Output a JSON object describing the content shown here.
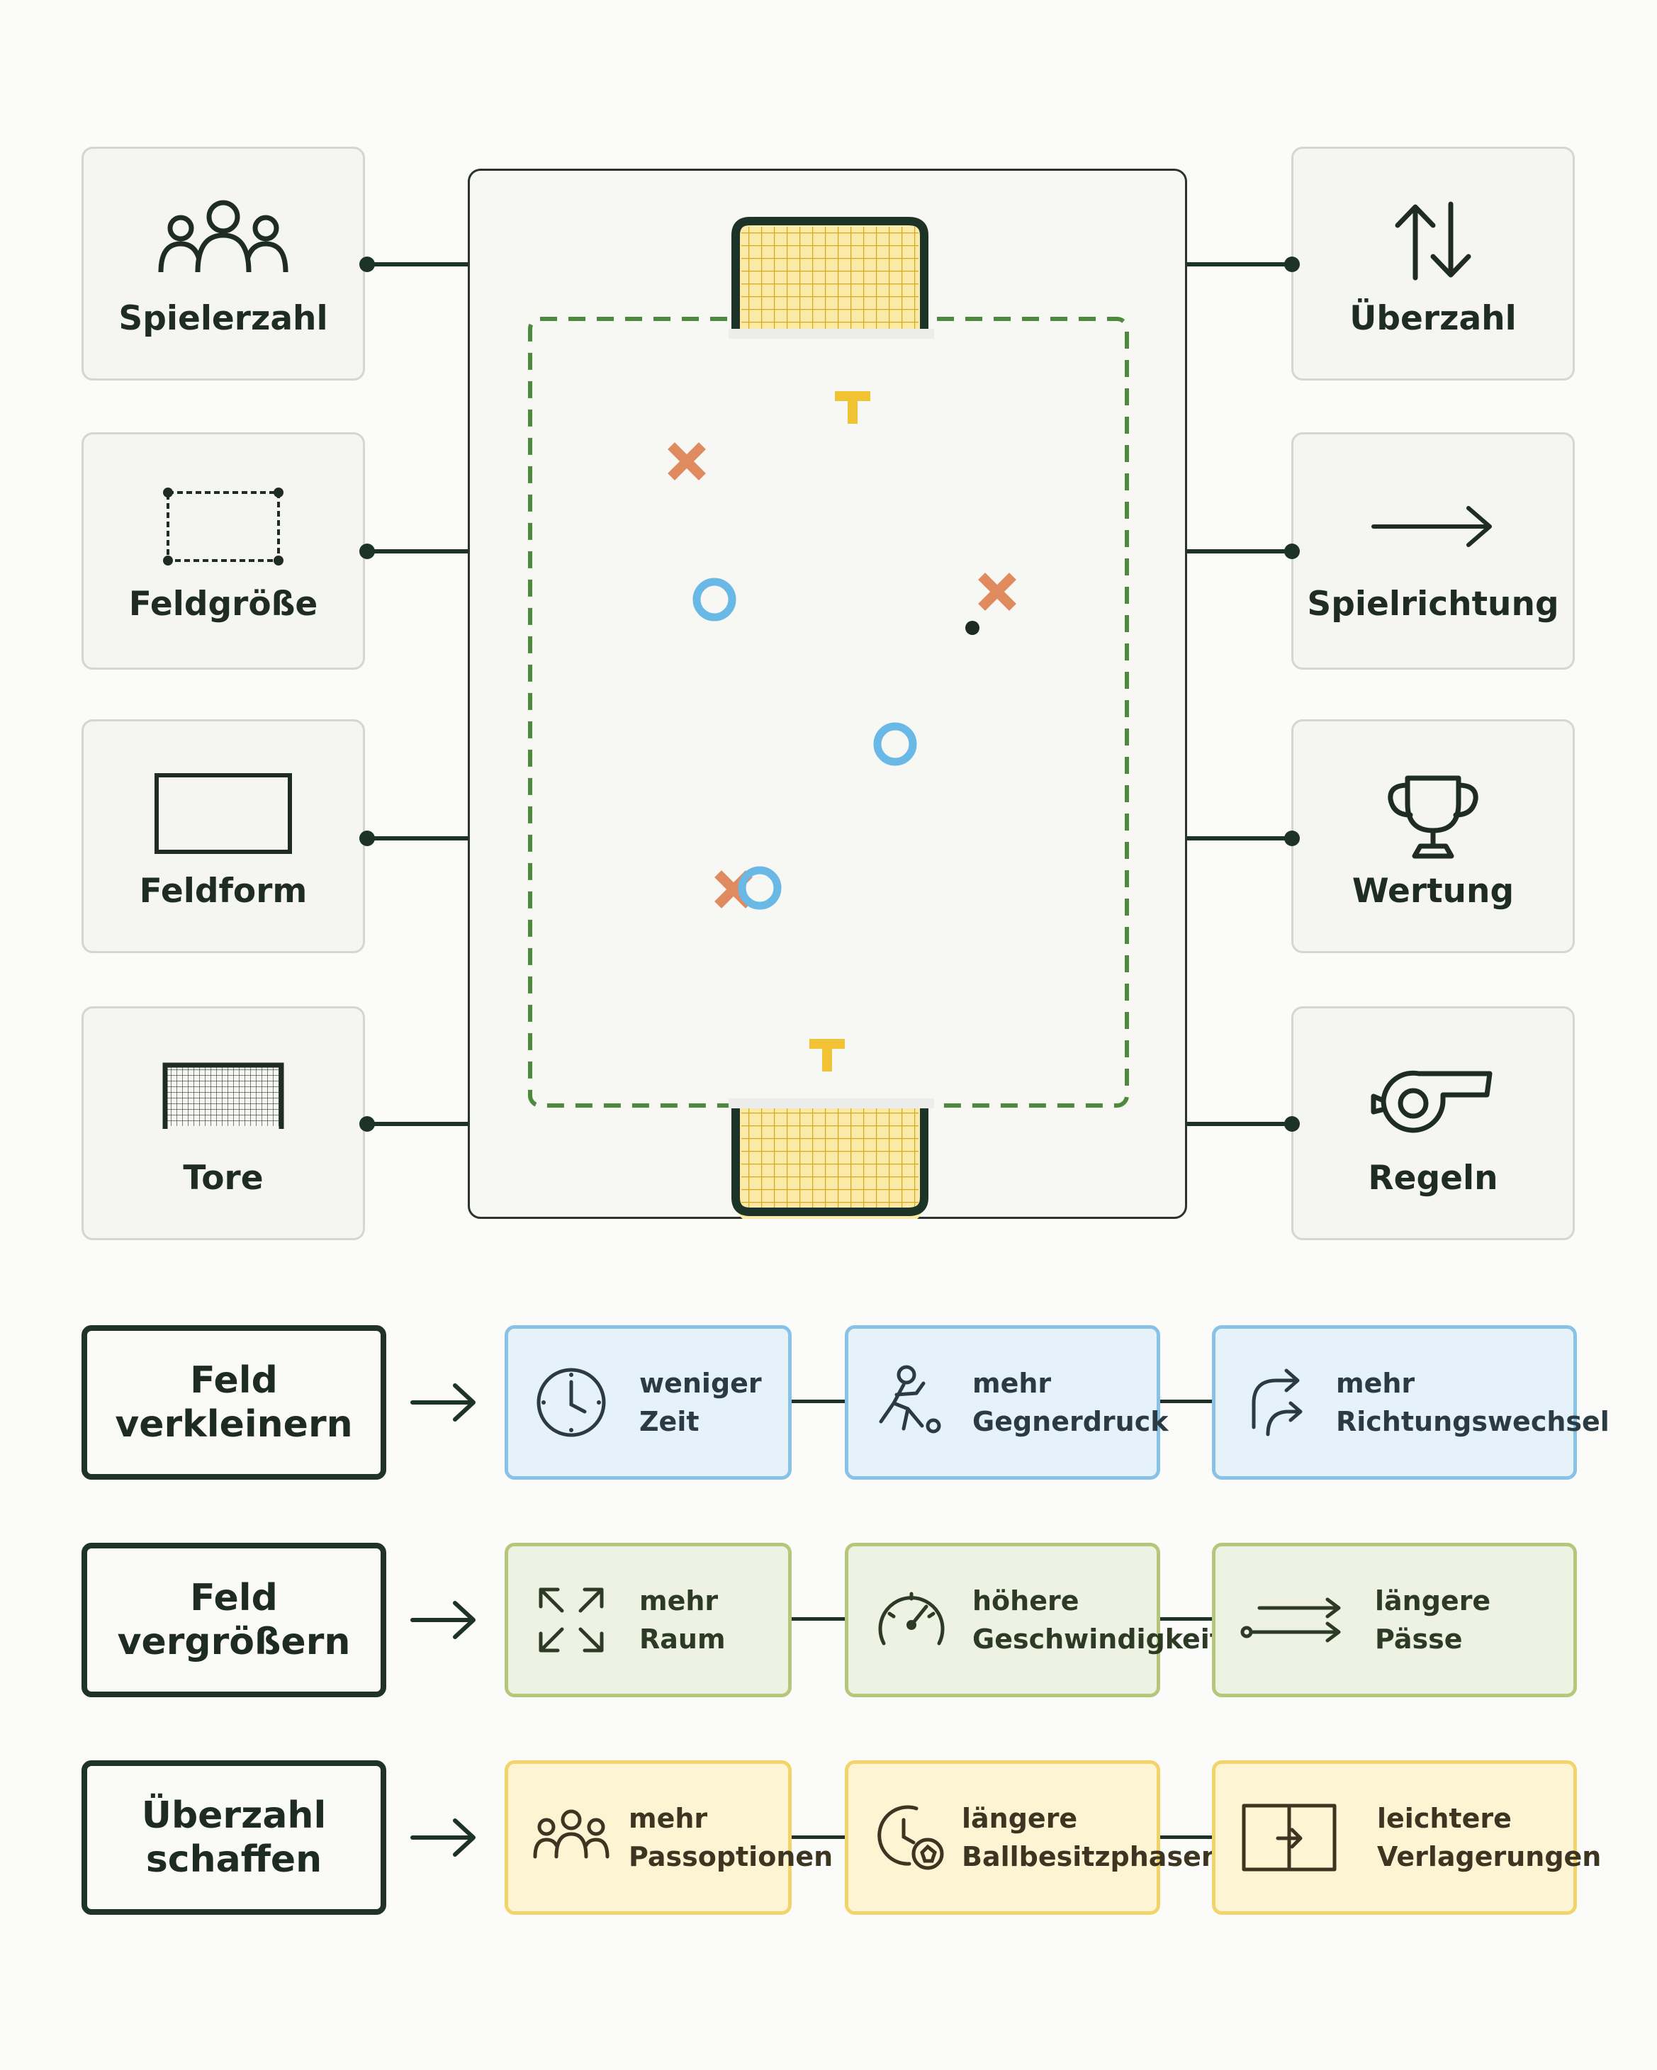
{
  "left_factors": [
    {
      "label": "Spielerzahl",
      "icon": "players-icon"
    },
    {
      "label": "Feldgröße",
      "icon": "field-size-icon"
    },
    {
      "label": "Feldform",
      "icon": "field-shape-icon"
    },
    {
      "label": "Tore",
      "icon": "goal-icon"
    }
  ],
  "right_factors": [
    {
      "label": "Überzahl",
      "icon": "up-down-arrows-icon"
    },
    {
      "label": "Spielrichtung",
      "icon": "direction-arrow-icon"
    },
    {
      "label": "Wertung",
      "icon": "trophy-icon"
    },
    {
      "label": "Regeln",
      "icon": "whistle-icon"
    }
  ],
  "pitch": {
    "boundary_color": "#4e8a3e",
    "goal_net_color": "#f4c94b",
    "cross_color": "#e08a60",
    "circle_color": "#6ab8e6",
    "marker_color": "#f1c233"
  },
  "effect_rows": [
    {
      "source": [
        "Feld",
        "verkleinern"
      ],
      "effects": [
        {
          "lines": [
            "weniger",
            "Zeit"
          ],
          "icon": "clock-icon"
        },
        {
          "lines": [
            "mehr",
            "Gegnerdruck"
          ],
          "icon": "pressing-player-icon"
        },
        {
          "lines": [
            "mehr",
            "Richtungswechsel"
          ],
          "icon": "turn-arrows-icon"
        }
      ]
    },
    {
      "source": [
        "Feld",
        "vergrößern"
      ],
      "effects": [
        {
          "lines": [
            "mehr",
            "Raum"
          ],
          "icon": "expand-icon"
        },
        {
          "lines": [
            "höhere",
            "Geschwindigkeit"
          ],
          "icon": "speedometer-icon"
        },
        {
          "lines": [
            "längere",
            "Pässe"
          ],
          "icon": "long-pass-icon"
        }
      ]
    },
    {
      "source": [
        "Überzahl",
        "schaffen"
      ],
      "effects": [
        {
          "lines": [
            "mehr",
            "Passoptionen"
          ],
          "icon": "group-icon"
        },
        {
          "lines": [
            "längere",
            "Ballbesitzphasen"
          ],
          "icon": "timer-ball-icon"
        },
        {
          "lines": [
            "leichtere",
            "Verlagerungen"
          ],
          "icon": "switch-play-icon"
        }
      ]
    }
  ],
  "colors": {
    "dark_line": "#1e3328",
    "blue_row": "#e6f2fa",
    "green_row": "#eef2e2",
    "yellow_row": "#fdf4d4"
  }
}
